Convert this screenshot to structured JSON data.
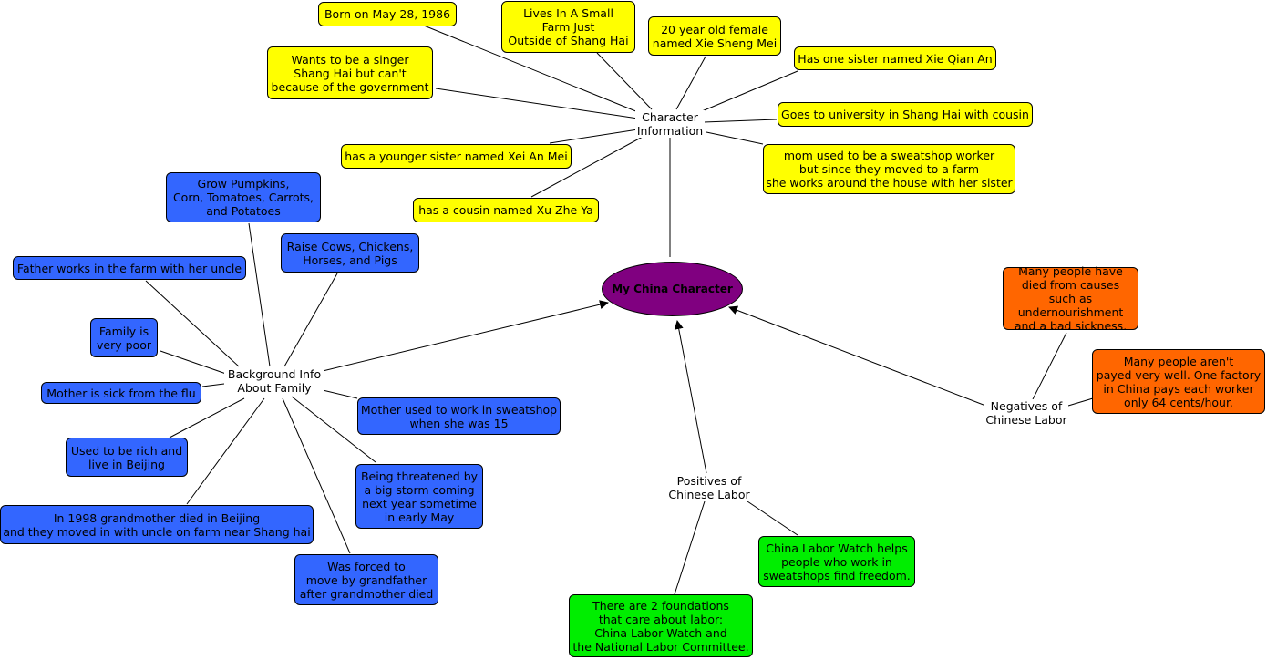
{
  "central": "My China Character",
  "hubs": {
    "character": "Character\nInformation",
    "background": "Background Info\nAbout Family",
    "negatives": "Negatives of\nChinese Labor",
    "positives": "Positives of\nChinese Labor"
  },
  "character_nodes": {
    "born": "Born on May 28, 1986",
    "farm": "Lives In A Small\nFarm Just\nOutside of Shang Hai",
    "age": "20 year old female\nnamed Xie Sheng Mei",
    "sister": "Has one sister named Xie Qian An",
    "singer": "Wants to be a singer\nShang Hai but can't\nbecause of the government",
    "university": "Goes to university in Shang Hai with cousin",
    "younger": "has a younger sister named Xei An Mei",
    "mom": "mom used to be a sweatshop worker\nbut since they moved to a farm\nshe works around the house with her sister",
    "cousin": "has a cousin named Xu Zhe Ya"
  },
  "family_nodes": {
    "pumpkins": "Grow Pumpkins,\nCorn, Tomatoes, Carrots,\nand Potatoes",
    "cows": "Raise Cows, Chickens,\nHorses, and Pigs",
    "father": "Father works in the farm with her uncle",
    "poor": "Family is\nvery poor",
    "flu": "Mother is sick from the flu",
    "sweatshop": "Mother used to work in sweatshop\nwhen she was 15",
    "rich": "Used to be rich and\nlive in Beijing",
    "storm": "Being threatened by\na big storm coming\nnext year sometime\nin early May",
    "grandmother": "In 1998 grandmother died in Beijing\nand they moved in with uncle on farm near Shang hai",
    "forced": "Was forced to\nmove by grandfather\nafter grandmother died"
  },
  "negative_nodes": {
    "died": "Many people have\ndied from causes\nsuch as undernourishment\nand a bad sickness.",
    "paid": "Many people aren't\npayed very well. One factory\nin China pays each worker\nonly 64 cents/hour."
  },
  "positive_nodes": {
    "watch": "China Labor Watch helps\npeople who work in\nsweatshops find freedom.",
    "foundations": "There are 2 foundations\nthat care about labor:\nChina Labor Watch and\nthe National Labor Committee."
  },
  "colors": {
    "character": "#ffff00",
    "family": "#3366ff",
    "negative": "#ff6600",
    "positive": "#00ee00",
    "central": "#800080"
  }
}
